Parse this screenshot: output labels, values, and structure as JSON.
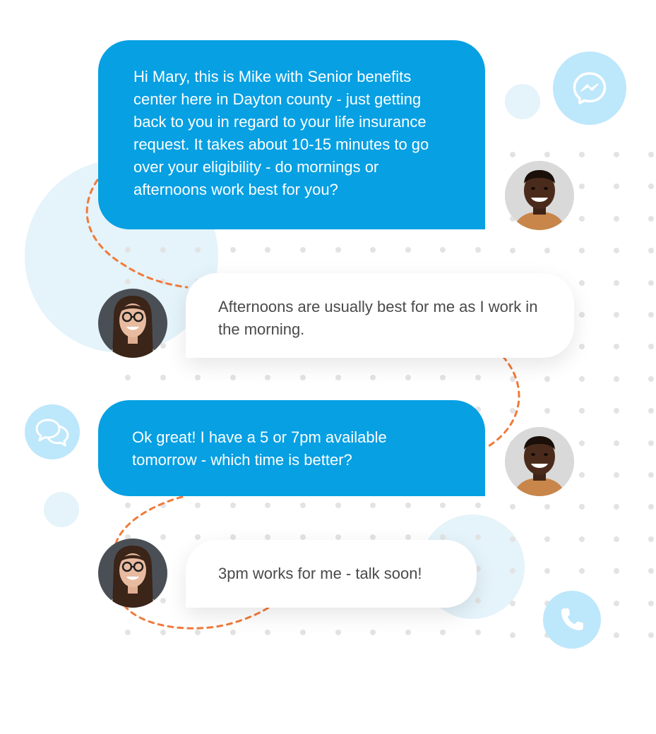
{
  "conversation": {
    "messages": [
      {
        "sender": "agent",
        "text": "Hi Mary, this is Mike with Senior benefits center here in Dayton county - just getting back to you in regard to your life insurance request. It takes about 10-15 minutes to go over your eligibility - do mornings or afternoons work best for you?"
      },
      {
        "sender": "customer",
        "text": "Afternoons are usually best for me as I work in the morning."
      },
      {
        "sender": "agent",
        "text": "Ok great! I have a 5 or 7pm available tomorrow - which time is better?"
      },
      {
        "sender": "customer",
        "text": "3pm works for me - talk soon!"
      }
    ]
  },
  "colors": {
    "agent_bubble": "#06a0e3",
    "customer_bubble": "#ffffff",
    "dashed_line": "#f07a3a",
    "icon_badge": "#bde7fb",
    "icon_stroke": "#ffffff",
    "decor_circle": "#e5f3fa",
    "dot_grid": "#e3e3e3"
  },
  "icons": [
    "messenger-icon",
    "chat-bubbles-icon",
    "phone-icon"
  ]
}
